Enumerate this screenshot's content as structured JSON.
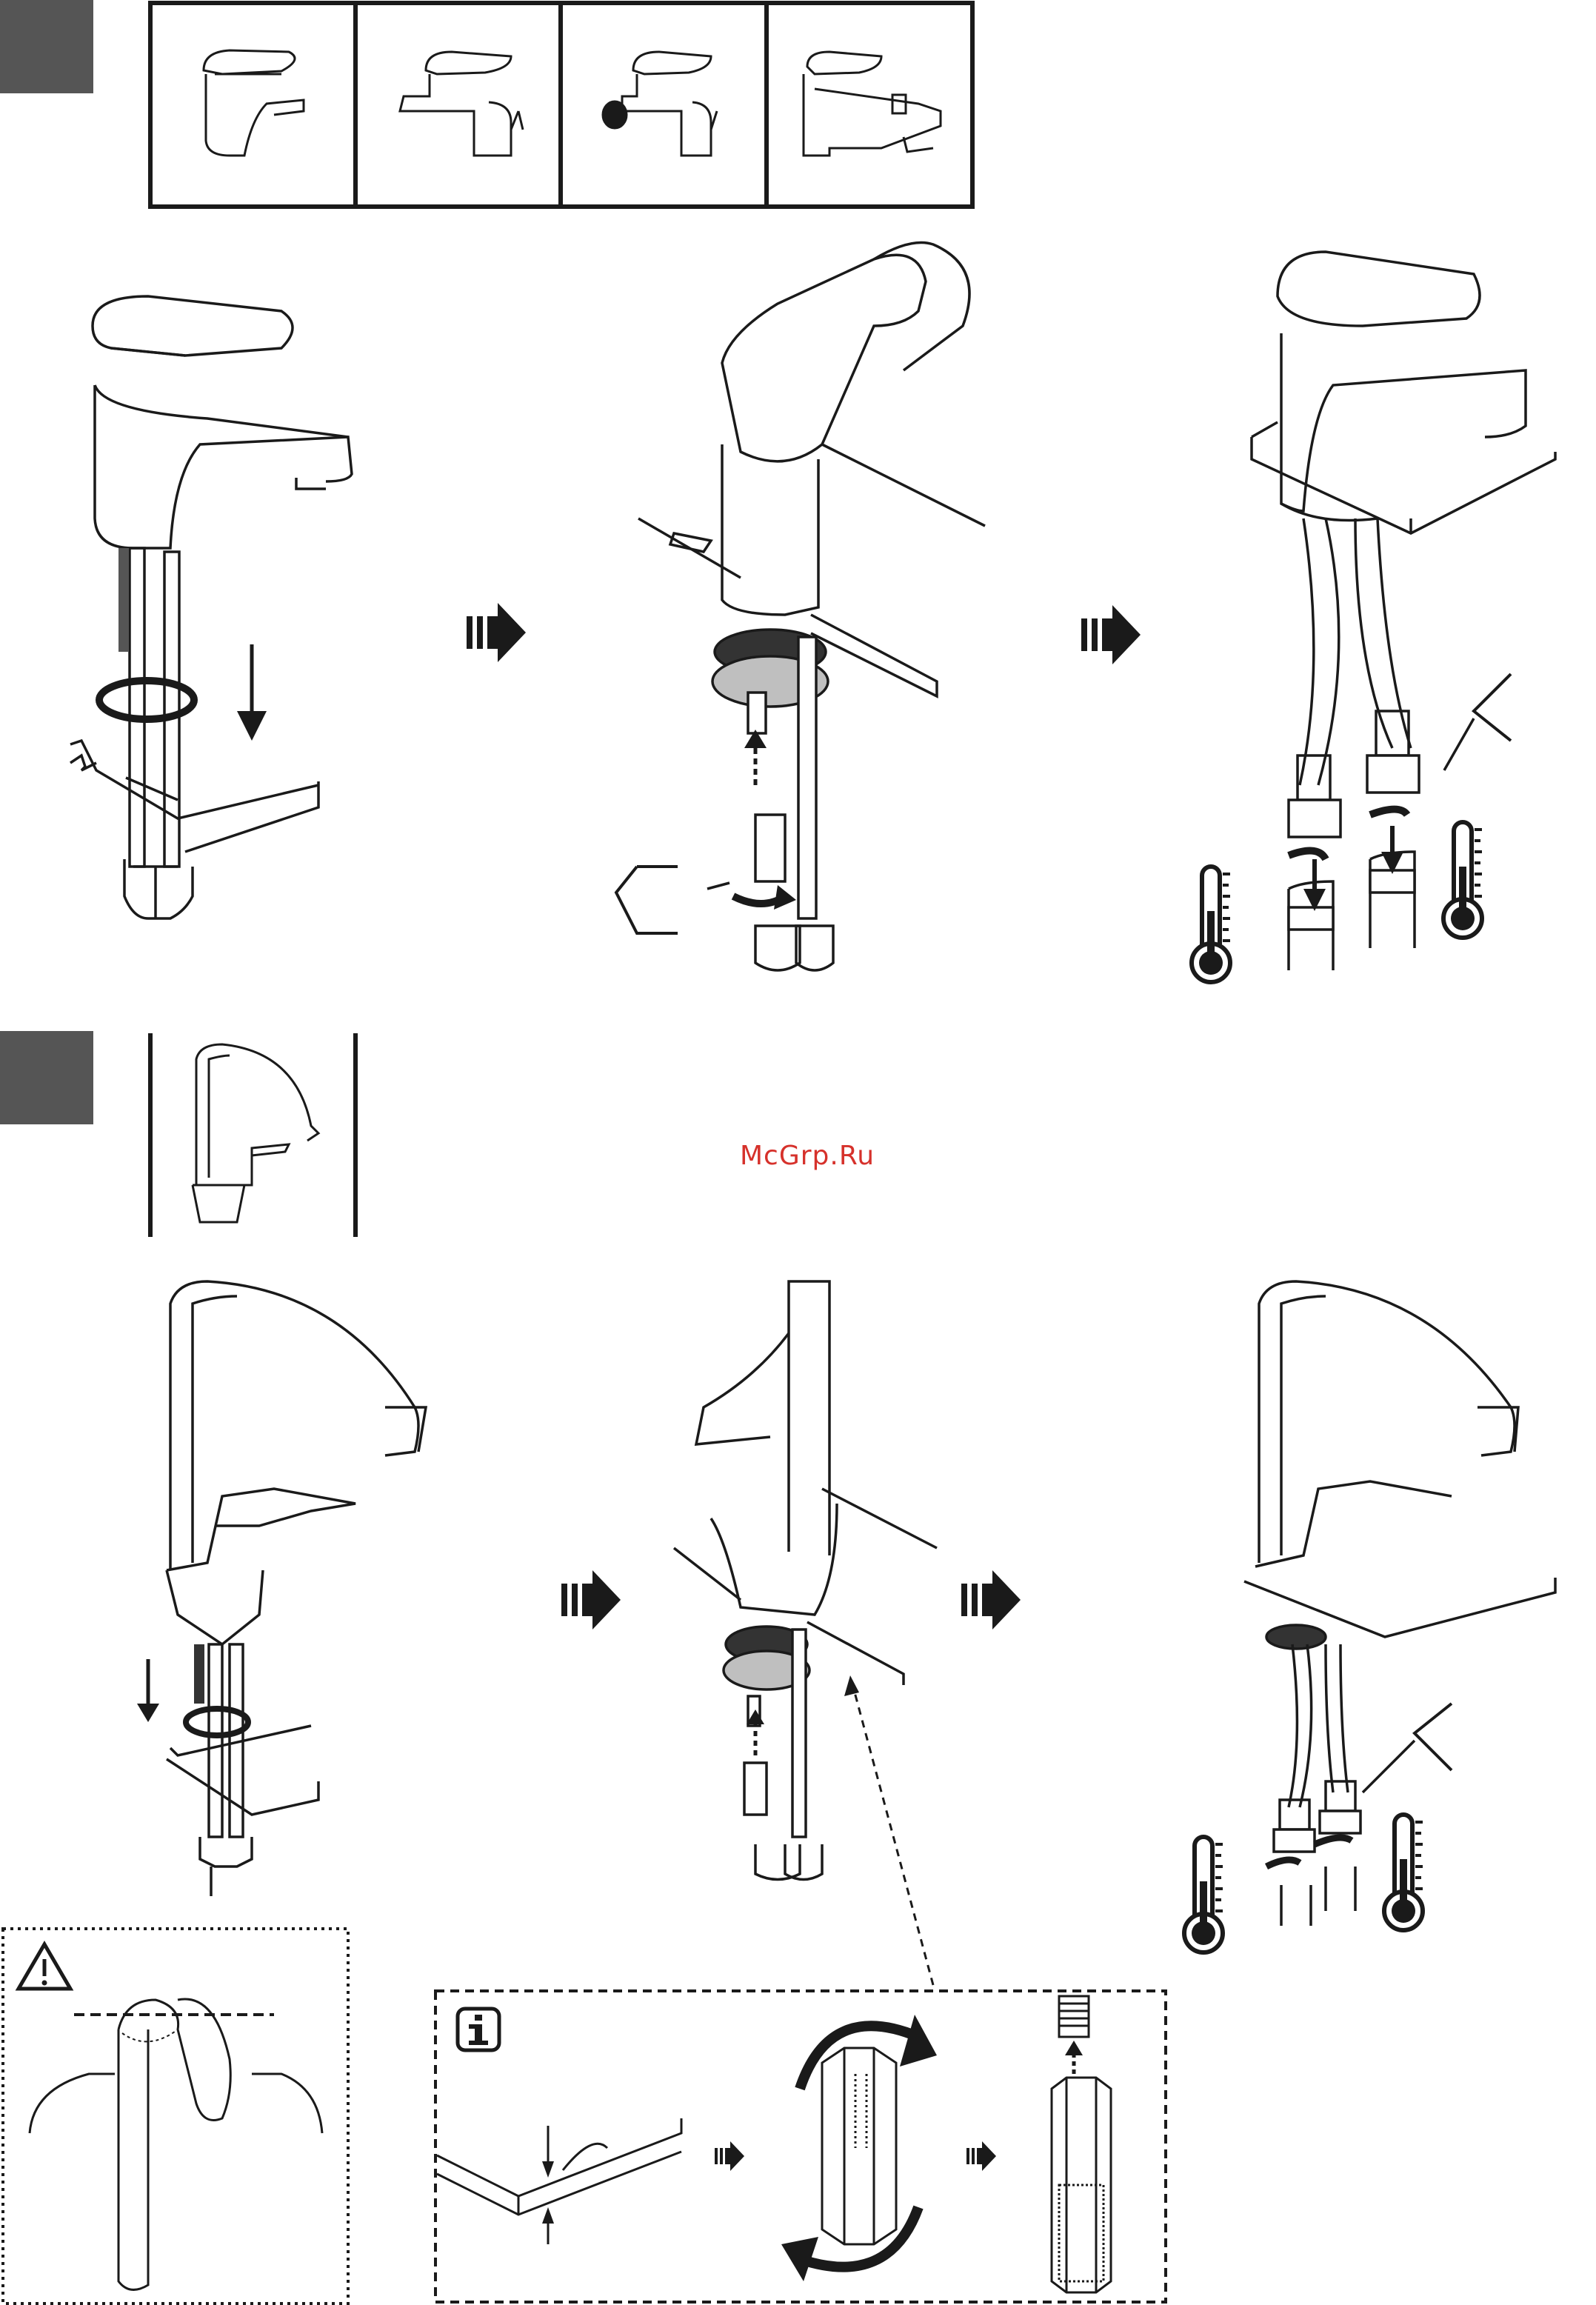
{
  "watermark": {
    "text": "McGrp.Ru",
    "color": "#d6312b"
  },
  "section_1": {
    "badge_color": "#555555",
    "thumbnails": [
      "basin-mixer-icon",
      "basin-mixer-popup-icon",
      "bidet-mixer-icon",
      "bath-mixer-icon"
    ],
    "steps": [
      "insert-tail-pipes",
      "fit-horseshoe-and-nut",
      "connect-supply-hoses"
    ],
    "tool_symbol": "wrench-size-icon",
    "hot_cold": [
      "hot-thermometer-icon",
      "cold-thermometer-icon"
    ]
  },
  "section_2": {
    "badge_color": "#555555",
    "thumbnails": [
      "kitchen-mixer-high-spout-icon"
    ],
    "steps": [
      "insert-tail-pipes",
      "fit-horseshoe-and-nut",
      "connect-supply-hoses"
    ],
    "warning_icon": "warning-triangle-icon",
    "info_icon": "info-icon",
    "info_steps": [
      "worktop-thickness",
      "shorten-stud",
      "screw-stud"
    ]
  },
  "colors": {
    "line": "#1a1a1a",
    "fill_dark": "#333333",
    "fill_gray": "#9a9a9a"
  }
}
